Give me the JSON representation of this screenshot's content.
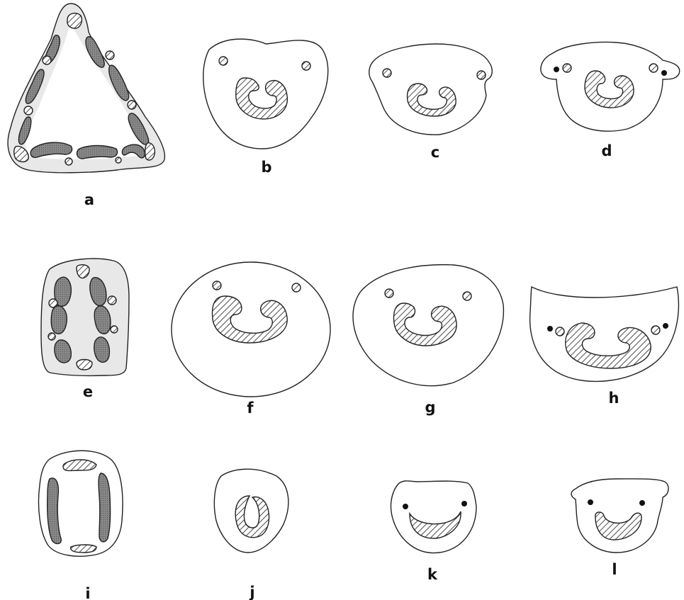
{
  "figure": {
    "panels": [
      {
        "id": "a",
        "label": "a"
      },
      {
        "id": "b",
        "label": "b"
      },
      {
        "id": "c",
        "label": "c"
      },
      {
        "id": "d",
        "label": "d"
      },
      {
        "id": "e",
        "label": "e"
      },
      {
        "id": "f",
        "label": "f"
      },
      {
        "id": "g",
        "label": "g"
      },
      {
        "id": "h",
        "label": "h"
      },
      {
        "id": "i",
        "label": "i"
      },
      {
        "id": "j",
        "label": "j"
      },
      {
        "id": "k",
        "label": "k"
      },
      {
        "id": "l",
        "label": "l"
      }
    ]
  }
}
